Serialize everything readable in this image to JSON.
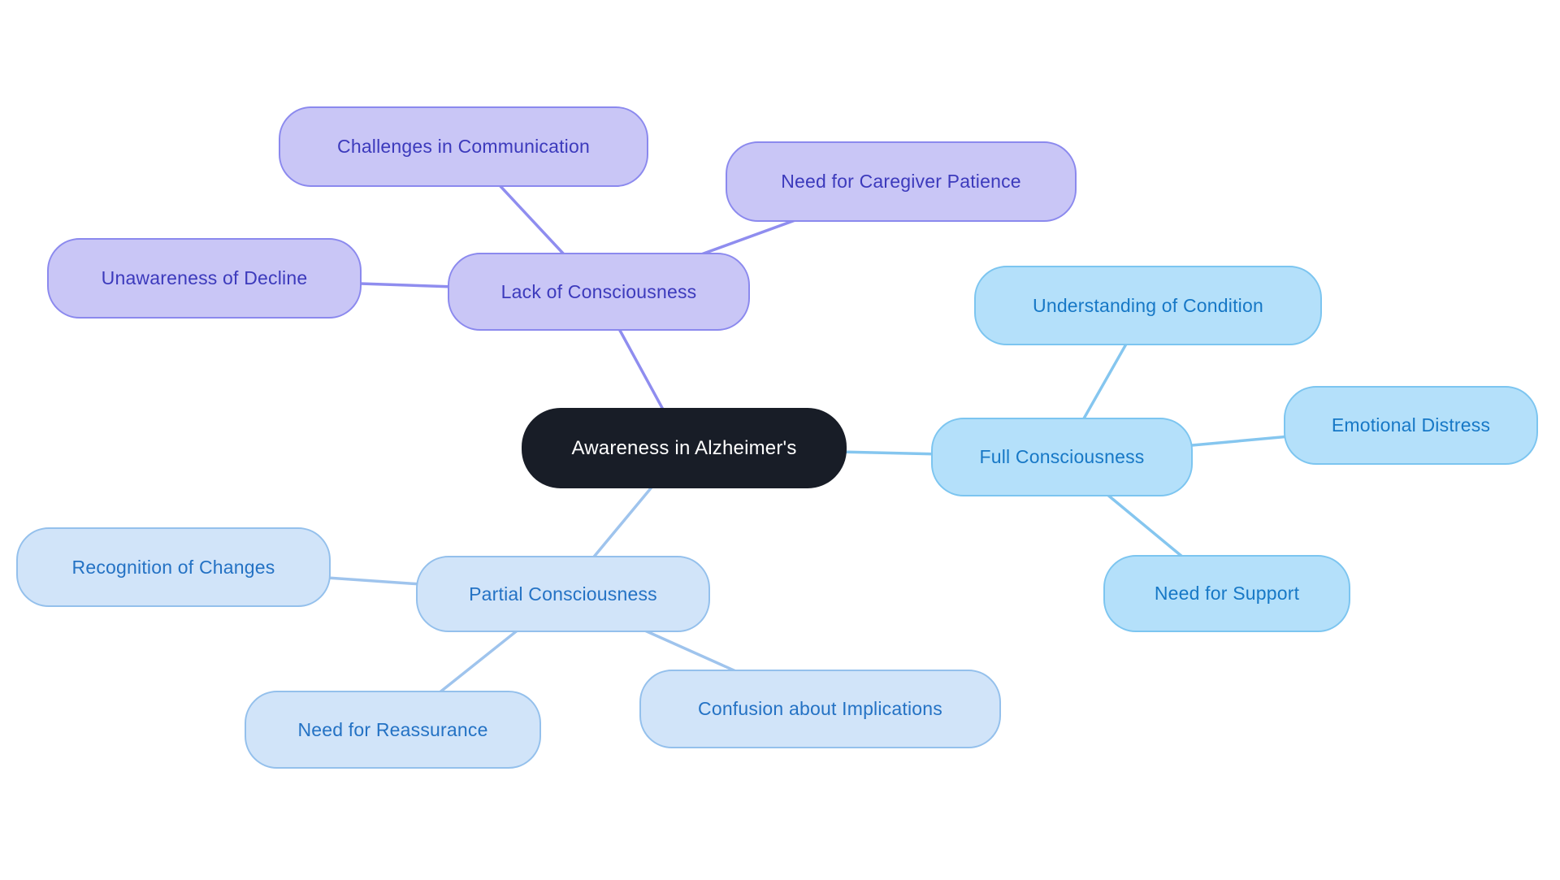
{
  "page": {
    "background": "#ffffff"
  },
  "mindmap": {
    "root_label": "Awareness in Alzheimer's",
    "styles": {
      "center": {
        "bg": "#181d27",
        "border": "#181d27",
        "text": "#ffffff",
        "edge": "#9fc4ed"
      },
      "purple": {
        "bg": "#c9c6f6",
        "border": "#8b89ee",
        "text": "#3c3abc",
        "edge": "#8f8def"
      },
      "blue": {
        "bg": "#b4e0fa",
        "border": "#7cc5f0",
        "text": "#1778c6",
        "edge": "#85c6ef"
      },
      "lightblue": {
        "bg": "#d1e4f9",
        "border": "#94c0ec",
        "text": "#2472c4",
        "edge": "#9fc4ed"
      }
    },
    "nodes": [
      {
        "id": "center",
        "label": "Awareness in Alzheimer's",
        "style": "center"
      },
      {
        "id": "lack-of-consciousness",
        "label": "Lack of Consciousness",
        "style": "purple"
      },
      {
        "id": "challenges-in-communication",
        "label": "Challenges in Communication",
        "style": "purple"
      },
      {
        "id": "need-for-caregiver-patience",
        "label": "Need for Caregiver Patience",
        "style": "purple"
      },
      {
        "id": "unawareness-of-decline",
        "label": "Unawareness of Decline",
        "style": "purple"
      },
      {
        "id": "full-consciousness",
        "label": "Full Consciousness",
        "style": "blue"
      },
      {
        "id": "understanding-of-condition",
        "label": "Understanding of Condition",
        "style": "blue"
      },
      {
        "id": "emotional-distress",
        "label": "Emotional Distress",
        "style": "blue"
      },
      {
        "id": "need-for-support",
        "label": "Need for Support",
        "style": "blue"
      },
      {
        "id": "partial-consciousness",
        "label": "Partial Consciousness",
        "style": "lightblue"
      },
      {
        "id": "recognition-of-changes",
        "label": "Recognition of Changes",
        "style": "lightblue"
      },
      {
        "id": "need-for-reassurance",
        "label": "Need for Reassurance",
        "style": "lightblue"
      },
      {
        "id": "confusion-about-implications",
        "label": "Confusion about Implications",
        "style": "lightblue"
      }
    ],
    "edges": [
      {
        "from": "center",
        "to": "lack-of-consciousness",
        "style": "purple"
      },
      {
        "from": "lack-of-consciousness",
        "to": "challenges-in-communication",
        "style": "purple"
      },
      {
        "from": "lack-of-consciousness",
        "to": "need-for-caregiver-patience",
        "style": "purple"
      },
      {
        "from": "lack-of-consciousness",
        "to": "unawareness-of-decline",
        "style": "purple"
      },
      {
        "from": "center",
        "to": "full-consciousness",
        "style": "blue"
      },
      {
        "from": "full-consciousness",
        "to": "understanding-of-condition",
        "style": "blue"
      },
      {
        "from": "full-consciousness",
        "to": "emotional-distress",
        "style": "blue"
      },
      {
        "from": "full-consciousness",
        "to": "need-for-support",
        "style": "blue"
      },
      {
        "from": "center",
        "to": "partial-consciousness",
        "style": "lightblue"
      },
      {
        "from": "partial-consciousness",
        "to": "recognition-of-changes",
        "style": "lightblue"
      },
      {
        "from": "partial-consciousness",
        "to": "need-for-reassurance",
        "style": "lightblue"
      },
      {
        "from": "partial-consciousness",
        "to": "confusion-about-implications",
        "style": "lightblue"
      }
    ]
  }
}
